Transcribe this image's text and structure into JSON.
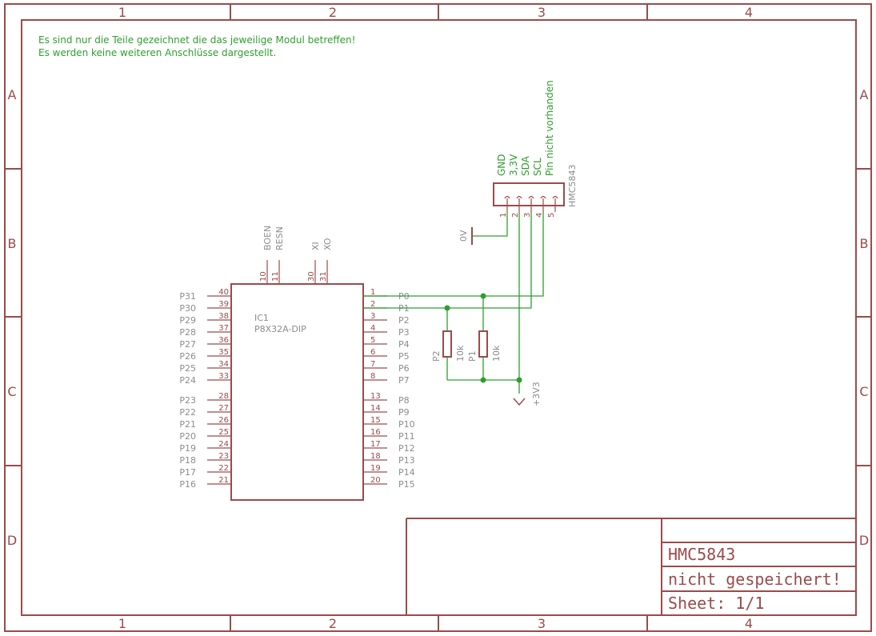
{
  "frame": {
    "columns": [
      "1",
      "2",
      "3",
      "4"
    ],
    "rows": [
      "A",
      "B",
      "C",
      "D"
    ]
  },
  "notes": [
    "Es sind nur die Teile gezeichnet die das jeweilige Modul betreffen!",
    "Es werden keine weiteren Anschlüsse dargestellt."
  ],
  "ic": {
    "name": "IC1",
    "value": "P8X32A-DIP",
    "left_pins": [
      {
        "num": "40",
        "label": "P31"
      },
      {
        "num": "39",
        "label": "P30"
      },
      {
        "num": "38",
        "label": "P29"
      },
      {
        "num": "37",
        "label": "P28"
      },
      {
        "num": "36",
        "label": "P27"
      },
      {
        "num": "35",
        "label": "P26"
      },
      {
        "num": "34",
        "label": "P25"
      },
      {
        "num": "33",
        "label": "P24"
      },
      {
        "num": "28",
        "label": "P23"
      },
      {
        "num": "27",
        "label": "P22"
      },
      {
        "num": "26",
        "label": "P21"
      },
      {
        "num": "25",
        "label": "P20"
      },
      {
        "num": "24",
        "label": "P19"
      },
      {
        "num": "23",
        "label": "P18"
      },
      {
        "num": "22",
        "label": "P17"
      },
      {
        "num": "21",
        "label": "P16"
      }
    ],
    "right_pins": [
      {
        "num": "1",
        "label": "P0"
      },
      {
        "num": "2",
        "label": "P1"
      },
      {
        "num": "3",
        "label": "P2"
      },
      {
        "num": "4",
        "label": "P3"
      },
      {
        "num": "5",
        "label": "P4"
      },
      {
        "num": "6",
        "label": "P5"
      },
      {
        "num": "7",
        "label": "P6"
      },
      {
        "num": "8",
        "label": "P7"
      },
      {
        "num": "13",
        "label": "P8"
      },
      {
        "num": "14",
        "label": "P9"
      },
      {
        "num": "15",
        "label": "P10"
      },
      {
        "num": "16",
        "label": "P11"
      },
      {
        "num": "17",
        "label": "P12"
      },
      {
        "num": "18",
        "label": "P13"
      },
      {
        "num": "19",
        "label": "P14"
      },
      {
        "num": "20",
        "label": "P15"
      }
    ],
    "top_pins": [
      {
        "num": "10",
        "label": "BOEN"
      },
      {
        "num": "11",
        "label": "RESN"
      },
      {
        "num": "30",
        "label": "XI"
      },
      {
        "num": "31",
        "label": "XO"
      }
    ]
  },
  "connector": {
    "name": "HMC5843",
    "pins": [
      "1",
      "2",
      "3",
      "4",
      "5"
    ],
    "labels": [
      "GND",
      "3,3V",
      "SDA",
      "SCL",
      "Pin nicht vorhanden"
    ]
  },
  "resistors": [
    {
      "name": "P2",
      "value": "10k"
    },
    {
      "name": "P1",
      "value": "10k"
    }
  ],
  "supplies": {
    "gnd": "0V",
    "vcc": "+3V3"
  },
  "title_block": {
    "title": "HMC5843",
    "subtitle": "nicht gespeichert!",
    "sheet": "Sheet: 1/1"
  }
}
